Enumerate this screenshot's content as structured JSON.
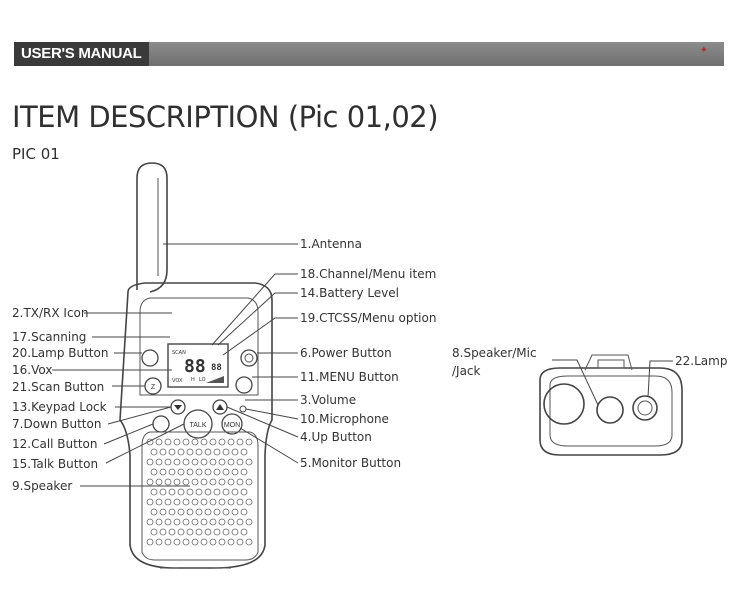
{
  "banner": {
    "title": "USER'S MANUAL"
  },
  "heading": "ITEM DESCRIPTION (Pic 01,02)",
  "subheading": "PIC 01",
  "labels": {
    "antenna": "1.Antenna",
    "channel_menu": "18.Channel/Menu item",
    "battery": "14.Battery Level",
    "tx_rx": "2.TX/RX Icon",
    "ctcss": "19.CTCSS/Menu option",
    "scanning": "17.Scanning",
    "lamp_button": "20.Lamp Button",
    "power": "6.Power Button",
    "vox": "16.Vox",
    "menu": "11.MENU Button",
    "scan_button": "21.Scan Button",
    "volume": "3.Volume",
    "keypad_lock": "13.Keypad Lock",
    "microphone": "10.Microphone",
    "down": "7.Down Button",
    "up": "4.Up Button",
    "call": "12.Call Button",
    "talk": "15.Talk Button",
    "monitor": "5.Monitor Button",
    "speaker": "9.Speaker",
    "speaker_mic_1": "8.Speaker/Mic",
    "speaker_mic_2": "/Jack",
    "lamp": "22.Lamp"
  },
  "device": {
    "talk_label": "TALK",
    "mon_label": "MON",
    "lcd_digits": "88",
    "lcd_small_digits": "88",
    "lcd_scan": "SCAN",
    "lcd_vox": "VOX",
    "lcd_h": "H",
    "lcd_lo": "LO"
  }
}
